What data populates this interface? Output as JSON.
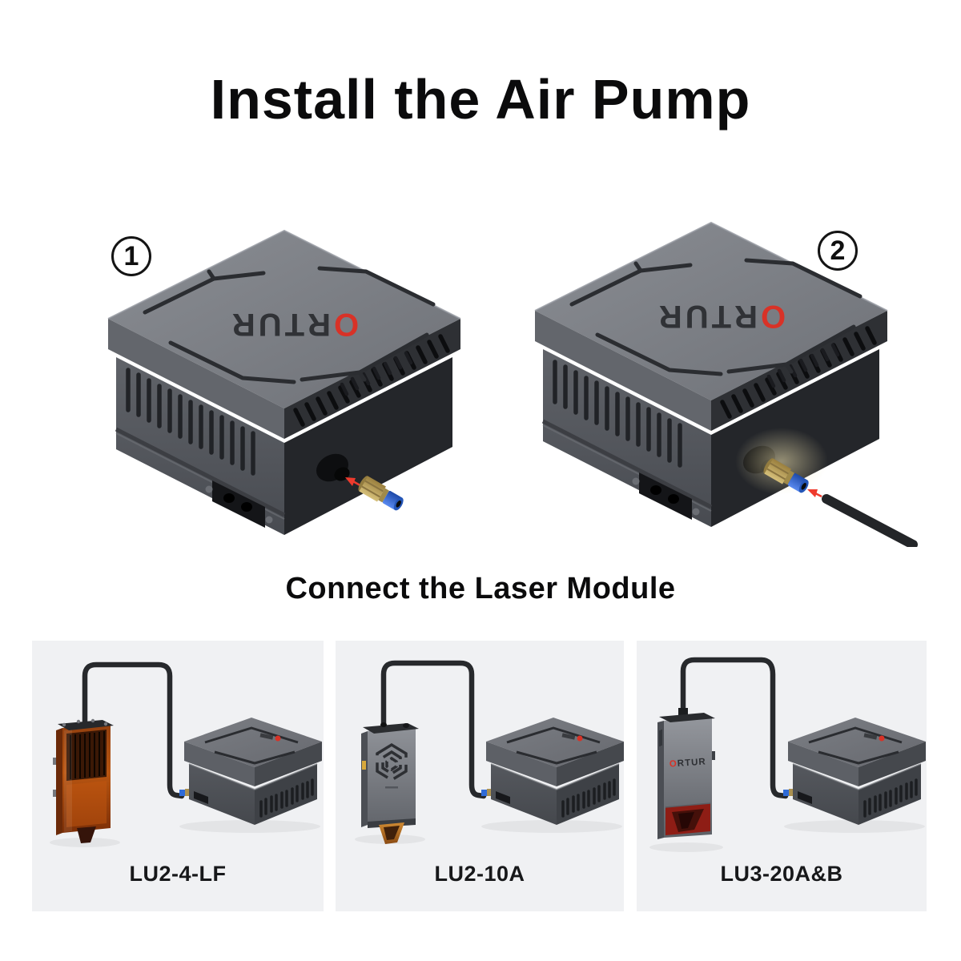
{
  "page": {
    "title": "Install the Air Pump",
    "section_title": "Connect the Laser Module"
  },
  "brand": {
    "name": "ORTUR",
    "o": "O",
    "rtur": "RTUR"
  },
  "steps": [
    {
      "number": "1"
    },
    {
      "number": "2"
    }
  ],
  "panels": [
    {
      "label": "LU2-4-LF"
    },
    {
      "label": "LU2-10A"
    },
    {
      "label": "LU3-20A&B"
    }
  ],
  "colors": {
    "accent_red": "#e03a2c",
    "logo_o_red": "#d83227",
    "pump_top_gray": "#7b7e84",
    "pump_side_gray": "#56595f",
    "pump_dark_face": "#26282c",
    "panel_background": "#f0f1f3",
    "fitting_blue": "#2f6bd8",
    "fitting_brass": "#b9a25c",
    "tube_black": "#27292c",
    "module_amber": "#a8430e",
    "module_red_window": "#8e1d15"
  }
}
